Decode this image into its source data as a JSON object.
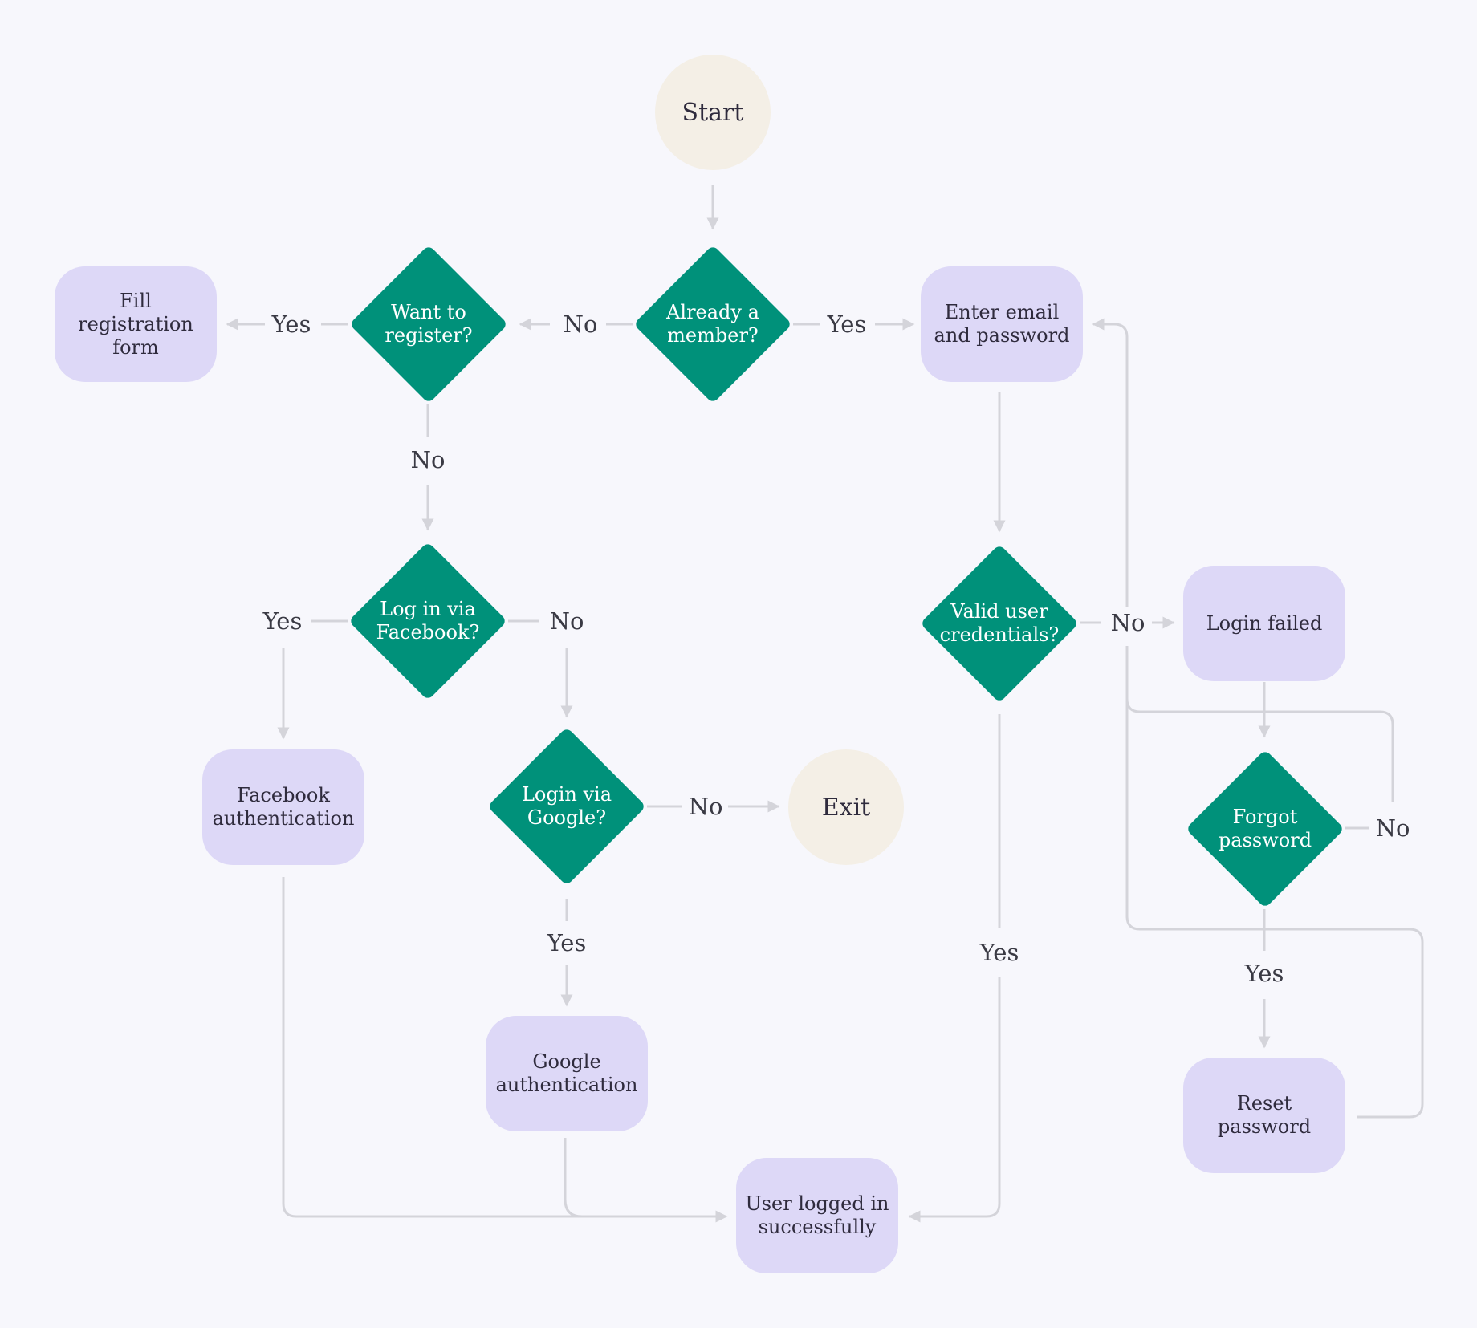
{
  "colors": {
    "background": "#f7f7fc",
    "process": "#ddd8f7",
    "decision": "#00917a",
    "terminal": "#f4efe6",
    "connector": "#d4d4da"
  },
  "nodes": {
    "start": "Start",
    "already_member": "Already a\nmember?",
    "want_register": "Want to\nregister?",
    "fill_registration": "Fill\nregistration\nform",
    "enter_email": "Enter email\nand password",
    "login_facebook": "Log in via\nFacebook?",
    "valid_credentials": "Valid user\ncredentials?",
    "login_failed": "Login failed",
    "facebook_auth": "Facebook\nauthentication",
    "login_google": "Login via\nGoogle?",
    "exit": "Exit",
    "forgot_password": "Forgot\npassword",
    "google_auth": "Google\nauthentication",
    "reset_password": "Reset\npassword",
    "user_logged_in": "User logged in\nsuccessfully"
  },
  "edge_labels": {
    "member_no": "No",
    "member_yes": "Yes",
    "register_yes": "Yes",
    "register_no": "No",
    "facebook_yes": "Yes",
    "facebook_no": "No",
    "google_no": "No",
    "google_yes": "Yes",
    "credentials_no": "No",
    "credentials_yes": "Yes",
    "forgot_no": "No",
    "forgot_yes": "Yes"
  }
}
